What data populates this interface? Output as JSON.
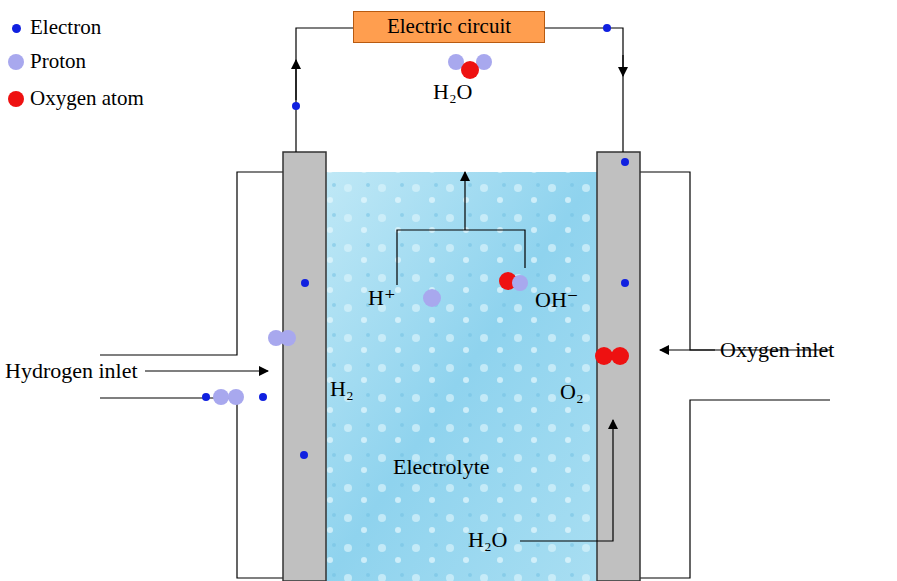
{
  "diagram": {
    "nodes": [
      {
        "text": [
          "Electric circuit"
        ]
      },
      {
        "text": [
          "Electrolyte"
        ]
      }
    ],
    "labels": [
      "H₂O",
      "H⁺",
      "OH⁻",
      "H₂",
      "O₂",
      "H₂O",
      "Hydrogen inlet",
      "Oxygen inlet"
    ],
    "legend": [
      {
        "text": "Electron",
        "color": "#1020e0"
      },
      {
        "text": "Proton",
        "color": "#a8a8ee"
      },
      {
        "text": "Oxygen atom",
        "color": "#ee1111"
      }
    ]
  }
}
